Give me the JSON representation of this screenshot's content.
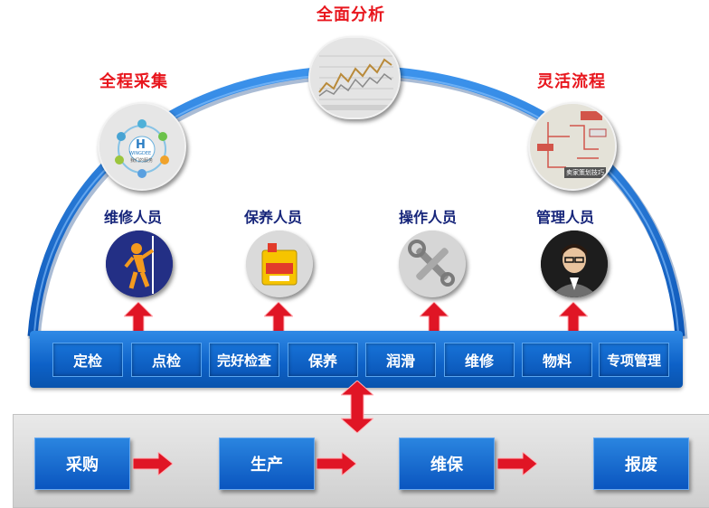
{
  "headings": {
    "full_analysis": "全面分析",
    "full_collection": "全程采集",
    "flexible_flow": "灵活流程"
  },
  "circle_texts": {
    "collection_logo_text": "WINGDEE",
    "collection_logo_sub": "我们的服务",
    "flow_box_text": "卖家策划技巧"
  },
  "roles": [
    {
      "label": "维修人员",
      "icon": "climber-icon"
    },
    {
      "label": "保养人员",
      "icon": "oil-can-icon"
    },
    {
      "label": "操作人员",
      "icon": "wrench-icon"
    },
    {
      "label": "管理人员",
      "icon": "manager-avatar-icon"
    }
  ],
  "tasks": [
    "定检",
    "点检",
    "完好检查",
    "保养",
    "润滑",
    "维修",
    "物料",
    "专项管理"
  ],
  "stages": [
    "采购",
    "生产",
    "维保",
    "报废"
  ],
  "colors": {
    "heading_red": "#e8161d",
    "role_blue": "#16257a",
    "arch_blue": "#1a63c6",
    "chip_blue": "#0a56b8",
    "arrow_red": "#e01525"
  }
}
